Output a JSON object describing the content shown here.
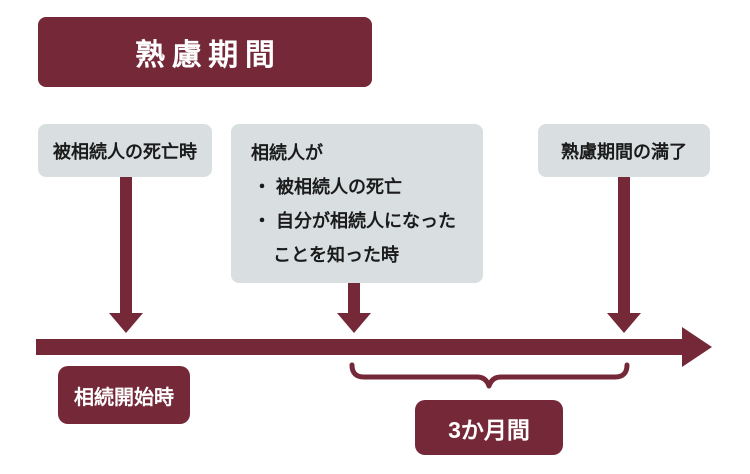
{
  "title": "熟慮期間",
  "colors": {
    "maroon": "#752838",
    "light_gray": "#d9dfe1",
    "dark_text": "#1b1b1b"
  },
  "event_boxes": {
    "death": "被相続人の死亡時",
    "heir_knowledge": {
      "line1": "相続人が",
      "bullet1": "・ 被相続人の死亡",
      "bullet2": "・ 自分が相続人になった",
      "line4": "ことを知った時"
    },
    "expiry": "熟慮期間の満了"
  },
  "timeline": {
    "start_label": "相続開始時",
    "period_label": "3か月間"
  }
}
